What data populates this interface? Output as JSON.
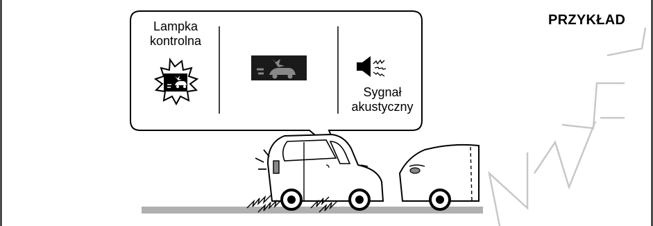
{
  "example_label": "PRZYKŁAD",
  "callout": {
    "lamp_label_line1": "Lampka",
    "lamp_label_line2": "kontrolna",
    "sound_label_line1": "Sygnał",
    "sound_label_line2": "akustyczny"
  },
  "icons": {
    "warning_lamp": "collision-warning-lamp-icon",
    "display": "pre-collision-display-icon",
    "speaker": "speaker-beep-icon"
  },
  "watermark": "WZÓR",
  "colors": {
    "line": "#000000",
    "road": "#b0b0b0",
    "watermark": "#c8c8c8",
    "display_bg": "#1a1a1a"
  }
}
